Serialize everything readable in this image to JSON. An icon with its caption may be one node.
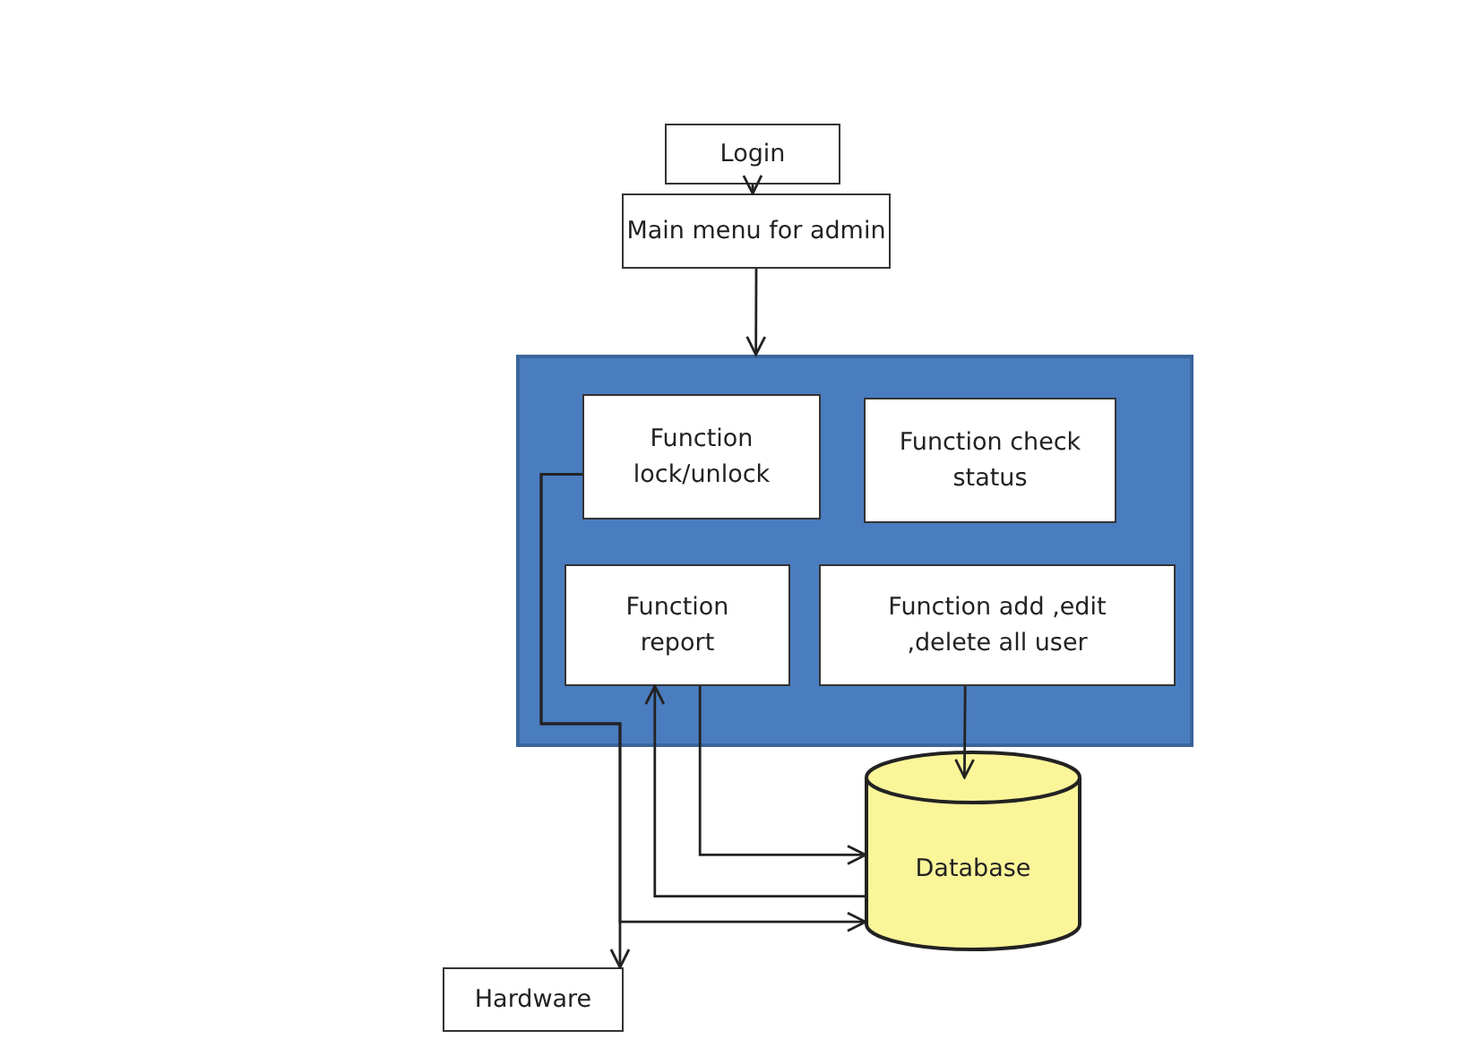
{
  "diagram": {
    "nodes": [
      {
        "text": [
          "Login"
        ]
      },
      {
        "text": [
          "Main menu for admin"
        ]
      },
      {
        "text": [],
        "shape": "box"
      },
      {
        "text": [
          "Function lock/unlock"
        ],
        "in": 2
      },
      {
        "text": [
          "Function check status"
        ],
        "in": 2
      },
      {
        "text": [
          "Function report"
        ],
        "in": 2
      },
      {
        "text": [
          "Function add ,edit ,delete all user"
        ],
        "in": 2
      },
      {
        "text": [
          "Database"
        ]
      },
      {
        "text": [
          "Hardware"
        ]
      }
    ],
    "edges": [
      {
        "from": 0,
        "to": 1,
        "arrow": "to"
      },
      {
        "from": 1,
        "to": 2,
        "arrow": "to"
      },
      {
        "from": 3,
        "to": 8,
        "arrow": "to"
      },
      {
        "from": 3,
        "to": 7,
        "arrow": "to"
      },
      {
        "from": 5,
        "to": 7,
        "arrow": "to"
      },
      {
        "from": 7,
        "to": 5,
        "arrow": "to"
      },
      {
        "from": 6,
        "to": 7,
        "arrow": "to"
      }
    ]
  }
}
